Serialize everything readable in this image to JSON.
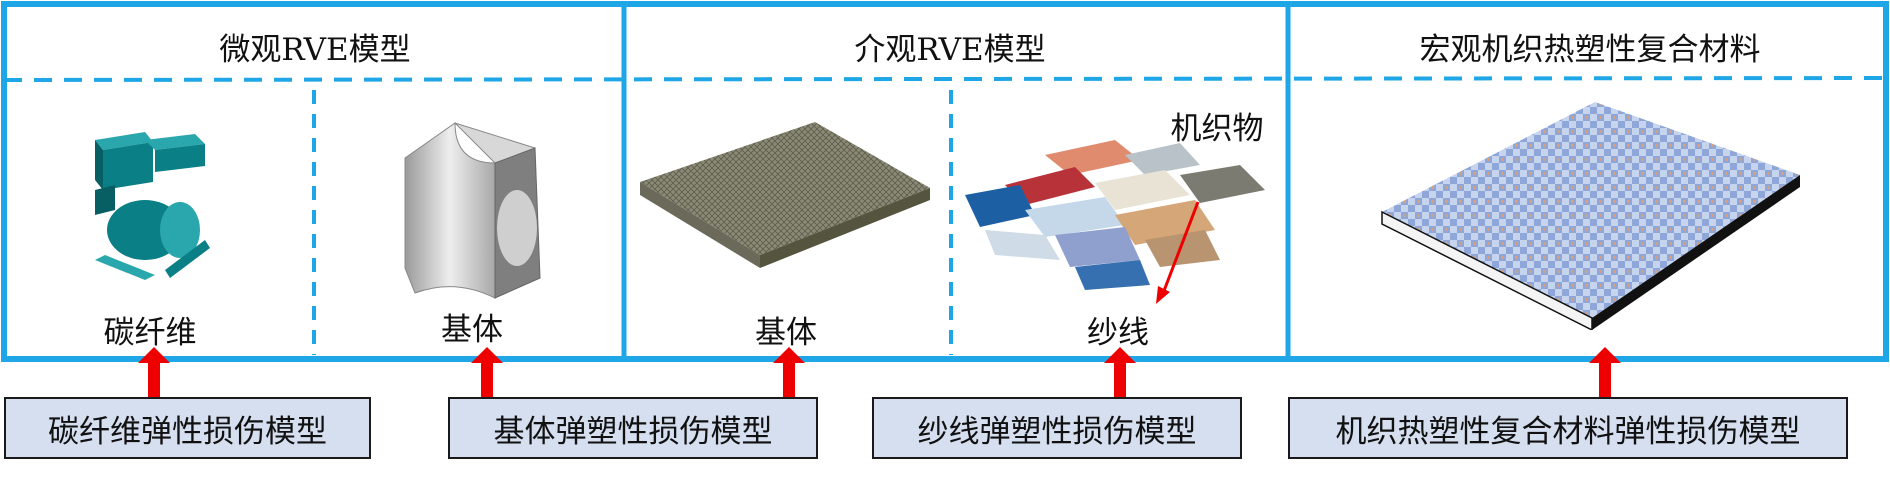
{
  "colors": {
    "frame_border": "#1ea6e6",
    "divider_dashed": "#1ea6e6",
    "arrow": "#ee0000",
    "box_fill": "#d6dff0",
    "fiber": "#0a7f86",
    "matrix": "#c9c9c9"
  },
  "sections": {
    "micro": {
      "title": "微观RVE模型",
      "left_label": "碳纤维",
      "right_label": "基体"
    },
    "meso": {
      "title": "介观RVE模型",
      "left_label": "基体",
      "right_label": "纱线",
      "annotation": "机织物"
    },
    "macro": {
      "title": "宏观机织热塑性复合材料"
    }
  },
  "bottom_boxes": {
    "carbon_fiber_model": "碳纤维弹性损伤模型",
    "matrix_model": "基体弹塑性损伤模型",
    "yarn_model": "纱线弹塑性损伤模型",
    "composite_model": "机织热塑性复合材料弹性损伤模型"
  },
  "icons": {
    "carbon_fiber": "carbon-fiber-rve-icon",
    "matrix_micro": "matrix-micro-rve-icon",
    "matrix_meso": "matrix-meso-plate-icon",
    "woven_yarn": "woven-fabric-icon",
    "composite_plate": "composite-plate-icon"
  }
}
